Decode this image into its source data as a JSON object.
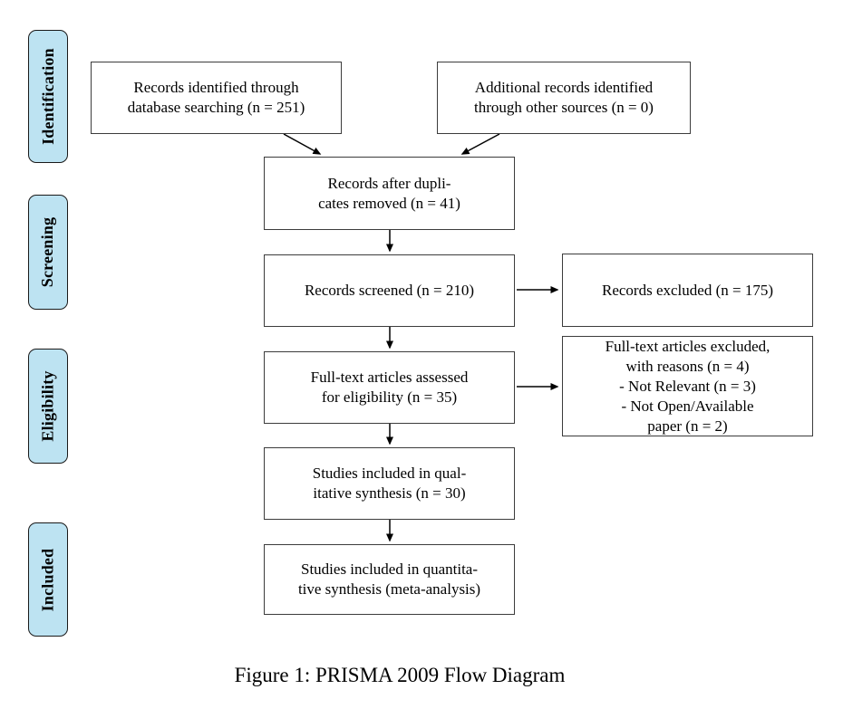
{
  "figure": {
    "caption": "Figure 1: PRISMA 2009 Flow Diagram"
  },
  "stages": [
    {
      "label": "Identification"
    },
    {
      "label": "Screening"
    },
    {
      "label": "Eligibility"
    },
    {
      "label": "Included"
    }
  ],
  "diagram": {
    "boxes": {
      "identified": {
        "lines": [
          "Records identified through",
          "database searching (n = 251)"
        ]
      },
      "additional": {
        "lines": [
          "Additional records identified",
          "through other sources (n = 0)"
        ]
      },
      "deduplicated": {
        "lines": [
          "Records after dupli-",
          "cates removed (n = 41)"
        ]
      },
      "screened": {
        "lines": [
          "Records screened (n = 210)"
        ]
      },
      "records_excluded": {
        "lines": [
          "Records excluded (n = 175)"
        ]
      },
      "fulltext_assessed": {
        "lines": [
          "Full-text articles assessed",
          "for eligibility (n = 35)"
        ]
      },
      "fulltext_excluded": {
        "lines": [
          "Full-text articles excluded,",
          "with reasons (n = 4)",
          "- Not Relevant (n = 3)",
          "- Not Open/Available",
          "paper (n = 2)"
        ]
      },
      "qualitative": {
        "lines": [
          "Studies included in qual-",
          "itative synthesis (n = 30)"
        ]
      },
      "quantitative": {
        "lines": [
          "Studies included in quantita-",
          "tive synthesis (meta-analysis)"
        ]
      }
    }
  },
  "colors": {
    "stage_fill": "#bde3f2",
    "stage_border": "#1a1a1a",
    "box_border": "#3c3c3c",
    "arrow": "#000000",
    "background": "#ffffff"
  }
}
